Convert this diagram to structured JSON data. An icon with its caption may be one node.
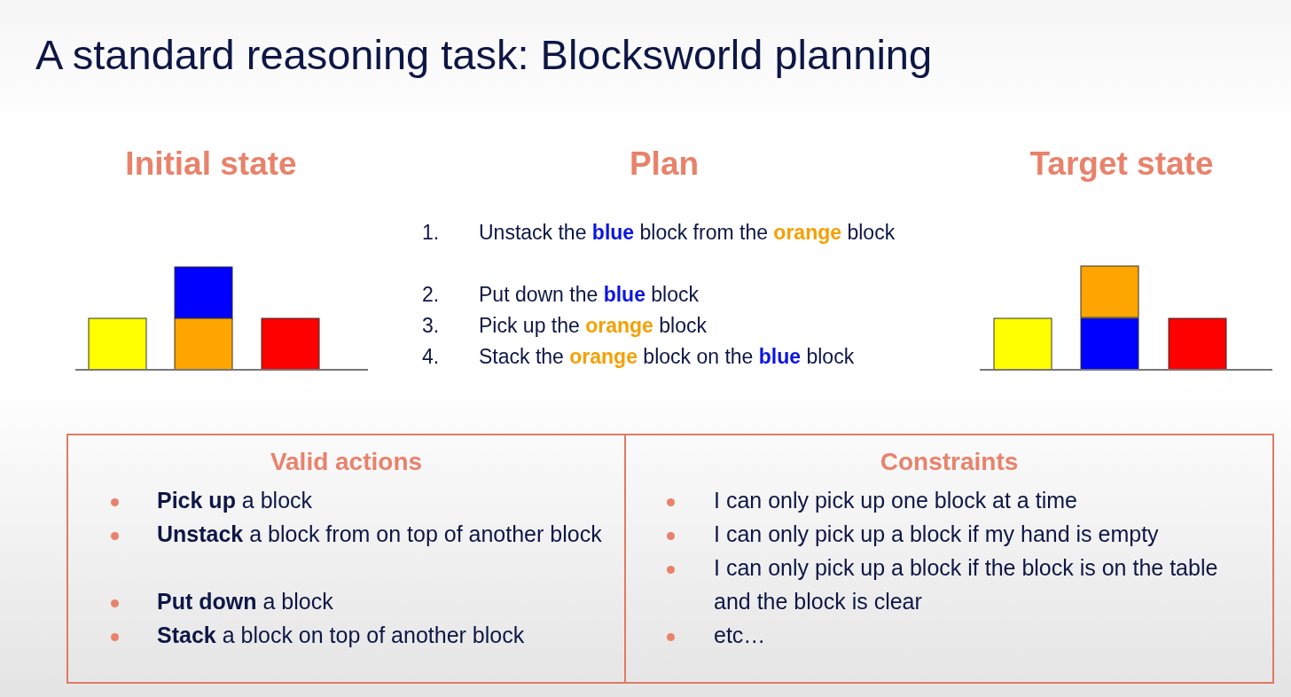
{
  "diagram": {
    "title": "A standard reasoning task: Blocksworld planning",
    "nodes": [
      {
        "text": [
          "Valid actions",
          "**Pick up** a block",
          "**Unstack** a block from on top of another block",
          "**Put down** a block",
          "**Stack** a block on top of another block"
        ]
      },
      {
        "text": [
          "Constraints",
          "I can only pick up one block at a time",
          "I can only pick up a block if my hand is empty",
          "I can only pick up a block if the block is on the table and the block is clear",
          "etc…"
        ]
      }
    ],
    "labels": [
      "Initial state",
      "Plan",
      "Target state",
      "1.",
      "Unstack the **blue** block from the **orange** block",
      "2.",
      "Put down the **blue** block",
      "3.",
      "Pick up the **orange** block",
      "4.",
      "Stack the **orange** block on the **blue** block"
    ]
  }
}
